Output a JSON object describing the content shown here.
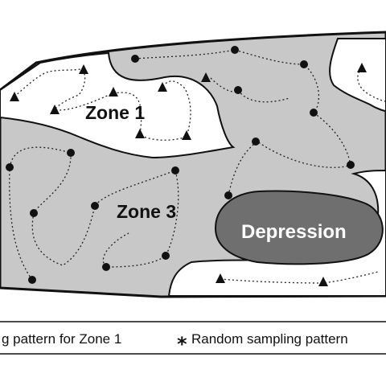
{
  "zones": {
    "zone1_label": "Zone 1",
    "zone3_label": "Zone 3",
    "depression_label": "Depression"
  },
  "legend": {
    "left_text": "g pattern for Zone 1",
    "star_symbol": "*",
    "right_text": "Random sampling pattern"
  },
  "colors": {
    "zone_fill": "#c8c8c8",
    "depression_fill": "#6f6f6f",
    "outline": "#111111"
  }
}
